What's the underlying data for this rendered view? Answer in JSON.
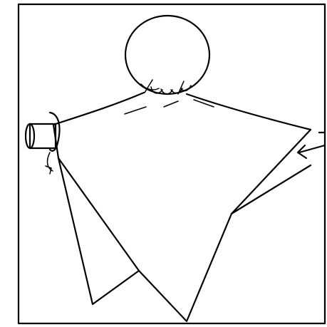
{
  "figure": {
    "subject": "cloth-over-head-figure",
    "ink_color": "#000000",
    "background_color": "#ffffff",
    "elements": [
      "border",
      "head",
      "cloth",
      "left-cylinder",
      "left-rotation-arrow",
      "right-push-arrow"
    ]
  }
}
